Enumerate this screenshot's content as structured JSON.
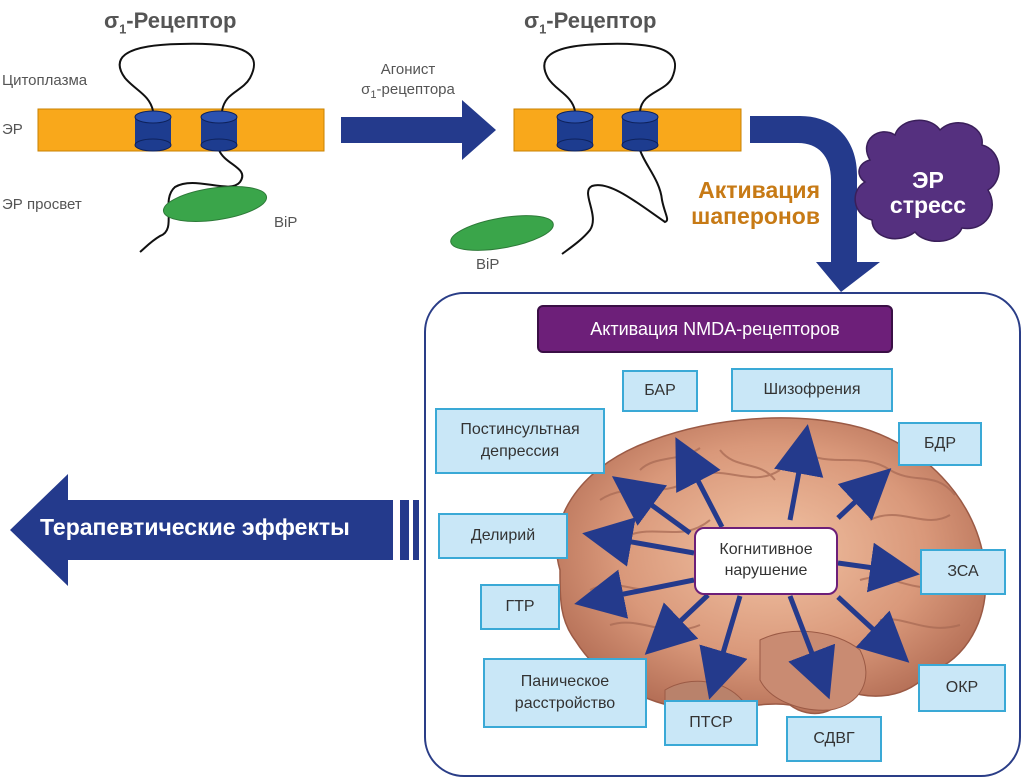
{
  "left_receptor": {
    "title_main": "σ",
    "title_sub": "1",
    "title_rest": "-Рецептор",
    "cytoplasm_label": "Цитоплазма",
    "er_label": "ЭР",
    "er_lumen_label": "ЭР просвет",
    "bip_label": "BiP"
  },
  "right_receptor": {
    "title_main": "σ",
    "title_sub": "1",
    "title_rest": "-Рецептор",
    "bip_label": "BiP"
  },
  "agonist": {
    "line1": "Агонист",
    "line2_main": "σ",
    "line2_sub": "1",
    "line2_rest": "-рецептора"
  },
  "chaperone_activation": {
    "line1": "Активация",
    "line2": "шаперонов"
  },
  "er_stress": {
    "line1": "ЭР",
    "line2": "стресс"
  },
  "nmda_title": "Активация NMDA-рецепторов",
  "center": {
    "line1": "Когнитивное",
    "line2": "нарушение"
  },
  "therapeutic_effects": "Терапевтические эффекты",
  "disorders": {
    "bar": "БАР",
    "schizophrenia": "Шизофрения",
    "post_stroke_l1": "Постинсультная",
    "post_stroke_l2": "депрессия",
    "bdr": "БДР",
    "delirium": "Делирий",
    "zsa": "ЗСА",
    "gtr": "ГТР",
    "panic_l1": "Паническое",
    "panic_l2": "расстройство",
    "ptsr": "ПТСР",
    "sdvg": "СДВГ",
    "okr": "ОКР"
  },
  "colors": {
    "er_membrane": "#f9a81b",
    "receptor_blue": "#1d3c8f",
    "bip_green": "#3aa54a",
    "arrow_navy": "#243a8c",
    "purple": "#6d1f79",
    "stress_purple": "#55307f",
    "box_fill": "#c9e7f7",
    "box_border": "#3aa9d6",
    "activation_orange": "#c77a15"
  }
}
